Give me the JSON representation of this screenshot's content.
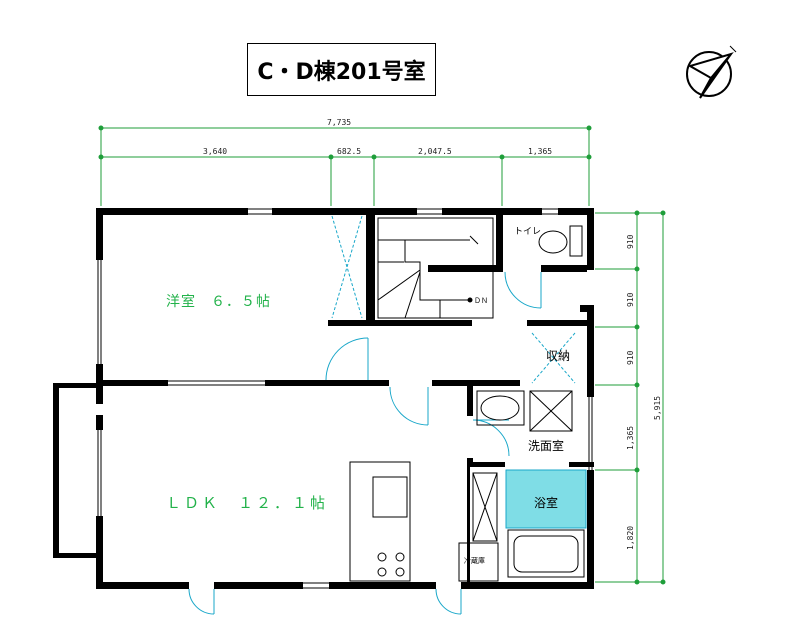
{
  "title": "C・D棟201号室",
  "dimensions": {
    "total_width": "7,735",
    "segments": [
      "3,640",
      "682.5",
      "2,047.5",
      "1,365"
    ],
    "right_segments": [
      "910",
      "910",
      "910",
      "1,365",
      "1,820"
    ],
    "total_depth": "5,915"
  },
  "rooms": {
    "western": "洋室　６．５帖",
    "ldk": "ＬＤＫ　１２．１帖",
    "toilet": "トイレ",
    "storage": "収納",
    "washroom": "洗面室",
    "bath": "浴室",
    "fridge": "冷蔵庫",
    "down": "ＤＮ"
  },
  "colors": {
    "label": "#22b24a",
    "wall": "#000000",
    "dimension": "#1f9e3a",
    "swing": "#19a7c9"
  },
  "icons": [
    "north-arrow-icon"
  ]
}
